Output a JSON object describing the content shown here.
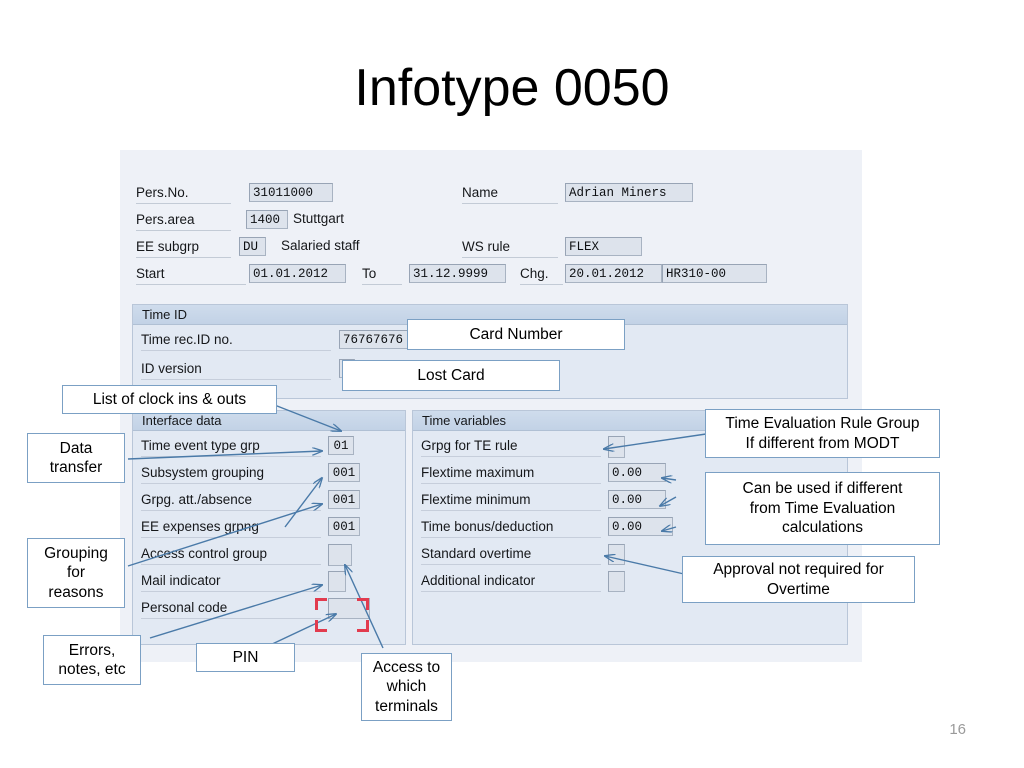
{
  "slide": {
    "title": "Infotype 0050",
    "page_number": "16"
  },
  "sap_screen": {
    "header": {
      "pers_no_label": "Pers.No.",
      "pers_no_value": "31011000",
      "name_label": "Name",
      "name_value": "Adrian Miners",
      "pers_area_label": "Pers.area",
      "pers_area_value": "1400",
      "pers_area_text": "Stuttgart",
      "ee_subgrp_label": "EE subgrp",
      "ee_subgrp_value": "DU",
      "ee_subgrp_text": "Salaried staff",
      "ws_rule_label": "WS rule",
      "ws_rule_value": "FLEX",
      "start_label": "Start",
      "start_value": "01.01.2012",
      "to_label": "To",
      "to_value": "31.12.9999",
      "chg_label": "Chg.",
      "chg_value": "20.01.2012",
      "chg_user": "HR310-00"
    },
    "time_id_group": {
      "title": "Time ID",
      "rows": [
        {
          "label": "Time rec.ID no.",
          "value": "76767676"
        },
        {
          "label": "ID version",
          "value": ""
        }
      ]
    },
    "interface_data_group": {
      "title": "Interface data",
      "rows": [
        {
          "label": "Time event type grp",
          "value": "01"
        },
        {
          "label": "Subsystem grouping",
          "value": "001"
        },
        {
          "label": "Grpg. att./absence",
          "value": "001"
        },
        {
          "label": "EE expenses grpng",
          "value": "001"
        },
        {
          "label": "Access control group",
          "value": ""
        },
        {
          "label": "Mail indicator",
          "value": ""
        },
        {
          "label": "Personal code",
          "value": ""
        }
      ]
    },
    "time_variables_group": {
      "title": "Time variables",
      "rows": [
        {
          "label": "Grpg for TE rule",
          "value": ""
        },
        {
          "label": "Flextime maximum",
          "value": "0.00"
        },
        {
          "label": "Flextime minimum",
          "value": "0.00"
        },
        {
          "label": "Time bonus/deduction",
          "value": "0.00"
        },
        {
          "label": "Standard overtime",
          "value": ""
        },
        {
          "label": "Additional indicator",
          "value": ""
        }
      ]
    }
  },
  "callouts": [
    {
      "id": "card-number",
      "text": "Card Number"
    },
    {
      "id": "lost-card",
      "text": "Lost Card"
    },
    {
      "id": "clock-ins-outs",
      "text": "List of clock ins & outs"
    },
    {
      "id": "data-transfer",
      "text": "Data\ntransfer"
    },
    {
      "id": "grouping-reasons",
      "text": "Grouping\nfor\nreasons"
    },
    {
      "id": "errors-notes",
      "text": "Errors,\nnotes, etc"
    },
    {
      "id": "pin",
      "text": "PIN"
    },
    {
      "id": "access-terminals",
      "text": "Access to\nwhich\nterminals"
    },
    {
      "id": "te-rule-group",
      "text": "Time Evaluation Rule Group\nIf different from MODT"
    },
    {
      "id": "different-te-calc",
      "text": "Can be used if different\nfrom Time Evaluation\ncalculations"
    },
    {
      "id": "approval-overtime",
      "text": "Approval not required for\nOvertime"
    }
  ],
  "colors": {
    "arrow": "#4a7aa8",
    "selection": "#e23b4e",
    "panel_bg": "#e2e9f3",
    "screen_bg": "#eef1f7",
    "field_bg": "#dde3ec"
  }
}
